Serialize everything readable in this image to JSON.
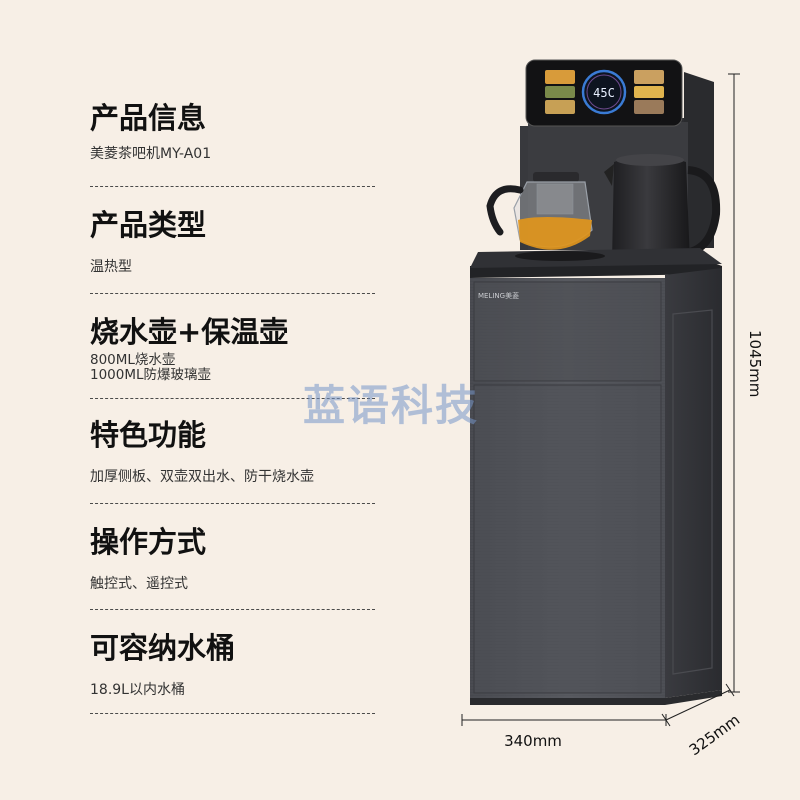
{
  "specs": [
    {
      "title": "产品信息",
      "desc": [
        "美菱茶吧机MY-A01"
      ]
    },
    {
      "title": "产品类型",
      "desc": [
        "温热型"
      ]
    },
    {
      "title": "烧水壶+保温壶",
      "desc": [
        "800ML烧水壶",
        "1000ML防爆玻璃壶"
      ]
    },
    {
      "title": "特色功能",
      "desc": [
        "加厚侧板、双壶双出水、防干烧水壶"
      ]
    },
    {
      "title": "操作方式",
      "desc": [
        "触控式、遥控式"
      ]
    },
    {
      "title": "可容纳水桶",
      "desc": [
        "18.9L以内水桶"
      ]
    }
  ],
  "watermark": "蓝语科技",
  "product": {
    "brand": "MELING美菱",
    "display_temp": "45C",
    "dimensions": {
      "height": "1045mm",
      "width": "340mm",
      "depth": "325mm"
    }
  },
  "colors": {
    "background": "#f7efe6",
    "cabinet": "#4f5157",
    "cabinet_dark": "#2c2d31",
    "tea": "#e0951c",
    "display_ring": "#3a7bd5"
  }
}
